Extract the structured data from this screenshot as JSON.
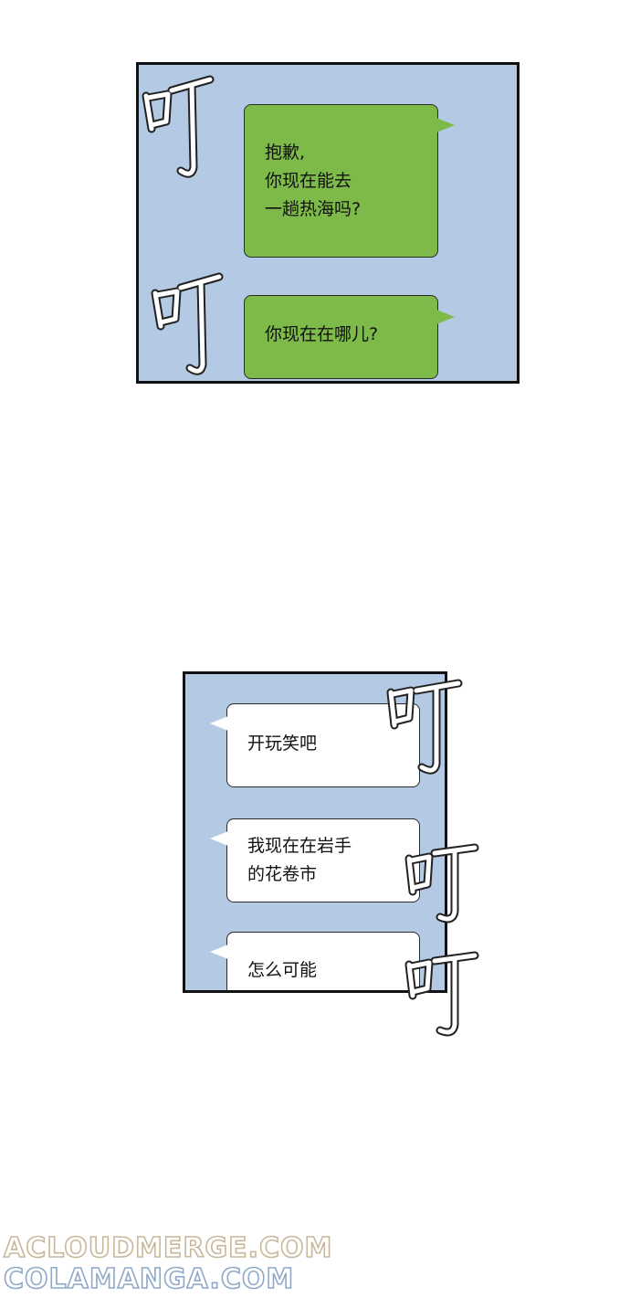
{
  "panel_top": {
    "messages": [
      {
        "lines": [
          "抱歉,",
          "你现在能去",
          "一趟热海吗?"
        ]
      },
      {
        "lines": [
          "你现在在哪儿?"
        ]
      }
    ],
    "sound_effects": [
      "叮",
      "叮"
    ]
  },
  "panel_bottom": {
    "messages": [
      {
        "lines": [
          "开玩笑吧"
        ]
      },
      {
        "lines": [
          "我现在在岩手",
          "的花卷市"
        ]
      },
      {
        "lines": [
          "怎么可能"
        ]
      }
    ],
    "sound_effects": [
      "叮",
      "叮",
      "叮"
    ]
  },
  "watermark": {
    "line1": "ACLOUDMERGE.COM",
    "line2": "COLAMANGA.COM"
  },
  "colors": {
    "panel_bg": "#b4c9e4",
    "bubble_green": "#7dba4a",
    "bubble_white": "#ffffff",
    "border": "#111111"
  }
}
